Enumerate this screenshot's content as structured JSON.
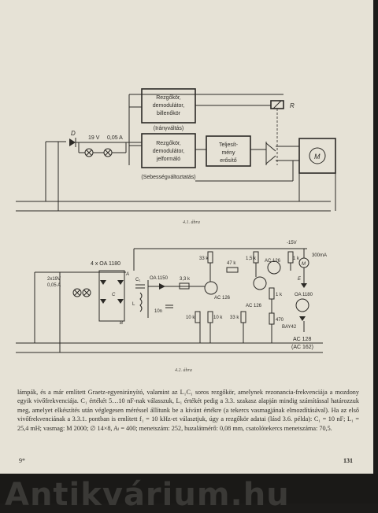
{
  "figure1": {
    "caption": "4.1. ábra",
    "block_top": [
      "Rezgőkör,",
      "demodulátor,",
      "billenőkör"
    ],
    "block_top_label": "(Iránγváltás)",
    "block_mid": [
      "Rezgőkör,",
      "demodulátor,",
      "jelformáló"
    ],
    "block_mid_label": "(Sebességváltoztatás)",
    "block_amp": [
      "Teljesít-",
      "mény",
      "erősítő"
    ],
    "relay": "R",
    "diode": "D",
    "voltage": "19 V",
    "current": "0,05 A",
    "motor": "M"
  },
  "figure2": {
    "caption": "4.2. ábra",
    "lamps": [
      "2x19V",
      "0,05 A"
    ],
    "bridge": "4 x OA 1180",
    "nodes": [
      "A",
      "B",
      "C",
      "E"
    ],
    "coil": "L",
    "inductor_label": "L₁",
    "c1": "C₁",
    "diode_oa": "OA 1150",
    "c10n": "10n",
    "r33k_a": "3,3 k",
    "r33k_b": "33 k",
    "r33k_c": "33 k",
    "r10k_a": "10 k",
    "r10k_b": "10 k",
    "r47k": "47 k",
    "r15k": "1,5 k",
    "r1k_a": "1 k",
    "r1k_b": "1 k",
    "r470": "470",
    "t1": "AC 126",
    "t2": "AC 126",
    "t3": "AC 126",
    "supply": "-15V",
    "current": "300mA",
    "motor": "M",
    "d_oa": "OA 1180",
    "d_bay": "BAY42",
    "t4": [
      "AC 128",
      "(AC 162)"
    ]
  },
  "body": {
    "paragraph1": "lámpák, és a már említett Graetz-egyenirányító, valamint az L₁C₁ soros rezgőkör, amelynek rezonancia-frekvenciája a mozdony egyik vivőfrekvenciája. C₁ értékét 5…10 nF-nak válasszuk, L₁ értékét pedig a 3.3. szakasz alapján mindig számítással határozzuk meg, amelyet elkészítés után véglegesen méréssel állítunk be a kívánt értékre (a tekercs vasmagjának elmozdításával). Ha az első vivőfrekvenciának a 3.3.1. pontban is említett f₁ = 10 kHz-et választjuk, úgy a rezgőkör adatai (lásd 3.6. példa): C₁ = 10 nF; L₁ = 25,4 mH; vasmag: M 2000; ∅ 14×8, Aₗ = 400; menetszám: 252, huzalátmérő: 0,08 mm, csatolótekercs menetszáma: 70,5."
  },
  "footer": {
    "signature_mark": "9*",
    "page_number": "131"
  },
  "watermark": "Antikvárium.hu"
}
